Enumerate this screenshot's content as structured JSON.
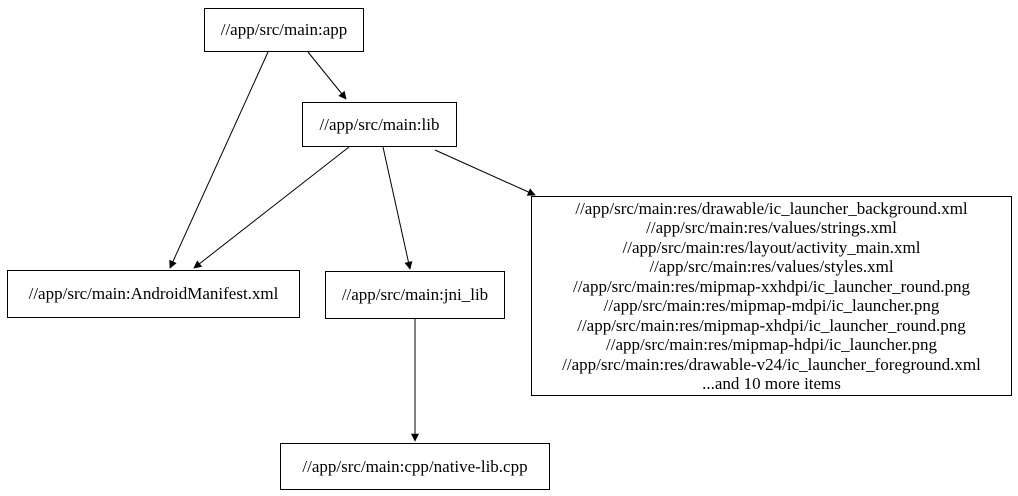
{
  "diagram": {
    "type": "dependency-graph",
    "description": "Bazel build dependency graph of an Android app module",
    "colors": {
      "background": "#ffffff",
      "node_fill": "#ffffff",
      "node_border": "#000000",
      "text": "#000000",
      "edge": "#000000"
    },
    "nodes": {
      "app": {
        "label": "//app/src/main:app"
      },
      "lib": {
        "label": "//app/src/main:lib"
      },
      "android_manifest": {
        "label": "//app/src/main:AndroidManifest.xml"
      },
      "jni_lib": {
        "label": "//app/src/main:jni_lib"
      },
      "resources": {
        "lines": [
          "//app/src/main:res/drawable/ic_launcher_background.xml",
          "//app/src/main:res/values/strings.xml",
          "//app/src/main:res/layout/activity_main.xml",
          "//app/src/main:res/values/styles.xml",
          "//app/src/main:res/mipmap-xxhdpi/ic_launcher_round.png",
          "//app/src/main:res/mipmap-mdpi/ic_launcher.png",
          "//app/src/main:res/mipmap-xhdpi/ic_launcher_round.png",
          "//app/src/main:res/mipmap-hdpi/ic_launcher.png",
          "//app/src/main:res/drawable-v24/ic_launcher_foreground.xml",
          "...and 10 more items"
        ]
      },
      "native_lib_cpp": {
        "label": "//app/src/main:cpp/native-lib.cpp"
      }
    },
    "edges": [
      {
        "from": "app",
        "to": "lib"
      },
      {
        "from": "app",
        "to": "android_manifest"
      },
      {
        "from": "lib",
        "to": "android_manifest"
      },
      {
        "from": "lib",
        "to": "jni_lib"
      },
      {
        "from": "lib",
        "to": "resources"
      },
      {
        "from": "jni_lib",
        "to": "native_lib_cpp"
      }
    ]
  }
}
